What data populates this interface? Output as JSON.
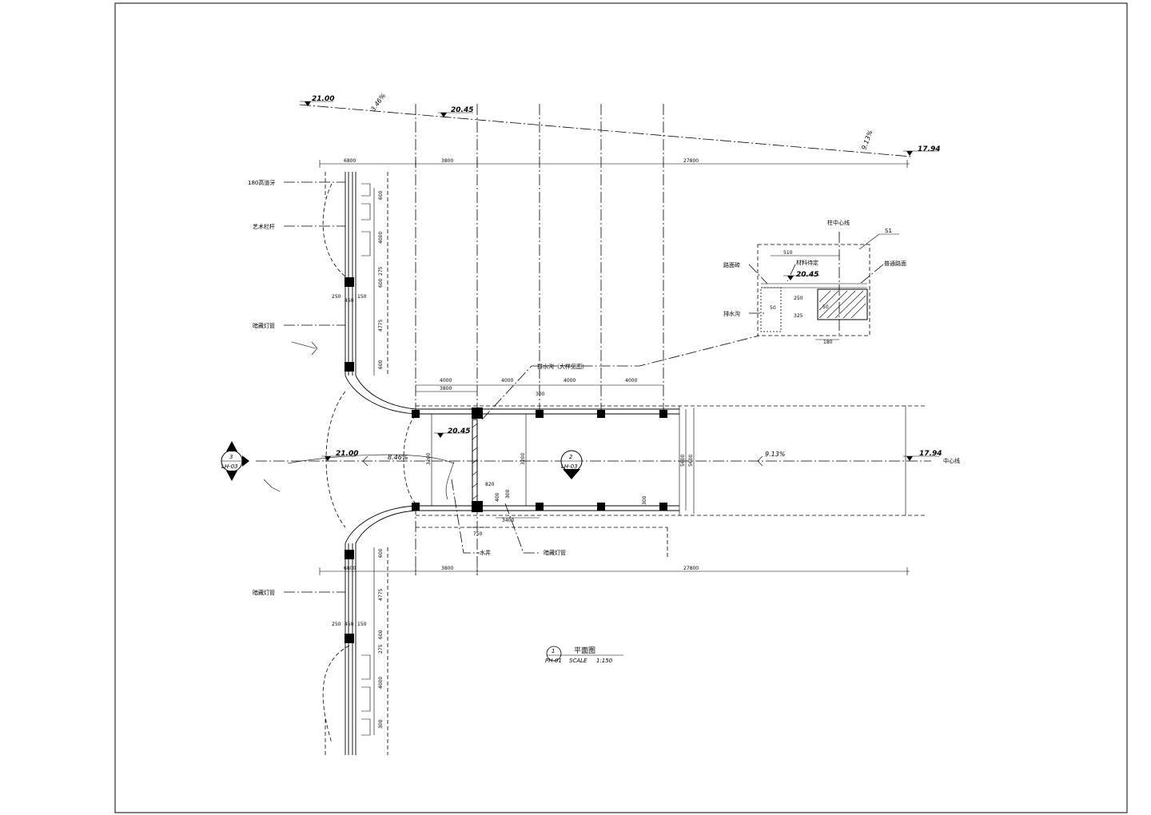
{
  "levels": {
    "top_left": "21.00",
    "top_mid": "20.45",
    "top_right": "17.94",
    "gate": "20.45",
    "left": "21.00",
    "right": "17.94",
    "detail": "20.45"
  },
  "slopes": {
    "top_a": "3.46%",
    "top_b": "9.13%",
    "main_left": "8.46%",
    "main_right": "9.13%"
  },
  "dims": {
    "top_a": "6800",
    "top_b": "3800",
    "top_c": "27800",
    "bot_a": "6800",
    "bot_b": "3800",
    "bot_c": "27800",
    "bay_a": "4000",
    "bay_a_sub": "3800",
    "bay_b": "4000",
    "bay_c": "4000",
    "bay_d": "4000",
    "gap": "300",
    "left_1": "600",
    "left_2": "4000",
    "left_3": "275",
    "left_4": "600",
    "left_5": "4775",
    "left_6": "600",
    "lower_1": "600",
    "lower_2": "4775",
    "lower_3": "600",
    "lower_4": "275",
    "lower_5": "4000",
    "lower_6": "300",
    "post_a": "250",
    "post_b": "450",
    "post_c": "150",
    "post_d": "250",
    "post_e": "450",
    "post_f": "150",
    "width_a": "3200",
    "width_b": "3200",
    "width_c": "5600",
    "width_d": "5600",
    "w_small_a": "820",
    "w_small_b": "400",
    "w_small_c": "300",
    "w_small_d": "3400",
    "w_small_e": "750",
    "w_small_f": "300",
    "det_a": "510",
    "det_b": "250",
    "det_c": "325",
    "det_d": "50",
    "det_e": "50",
    "det_f": "180"
  },
  "callouts": {
    "railing_top": "180高道牙",
    "art_railing": "艺术栏杆",
    "light_pipe_a": "暗藏灯管",
    "light_pipe_b": "暗藏灯管",
    "light_pipe_c": "暗藏灯管",
    "drain": "排水沟（大样见图）",
    "water_well": "水井",
    "centerline": "中心线",
    "det_centerline": "柱中心线",
    "det_curb": "路面砖",
    "det_material": "材料待定",
    "det_paving": "普通路面",
    "det_drain": "排水沟",
    "det_tag": "S1"
  },
  "section_marks": {
    "left_num": "3",
    "left_ref": "LH-03",
    "mid_num": "2",
    "mid_ref": "LH-03"
  },
  "title_block": {
    "num": "1",
    "sheet": "PH-01",
    "name": "平面图",
    "scale_label": "SCALE",
    "scale_value": "1:150"
  }
}
